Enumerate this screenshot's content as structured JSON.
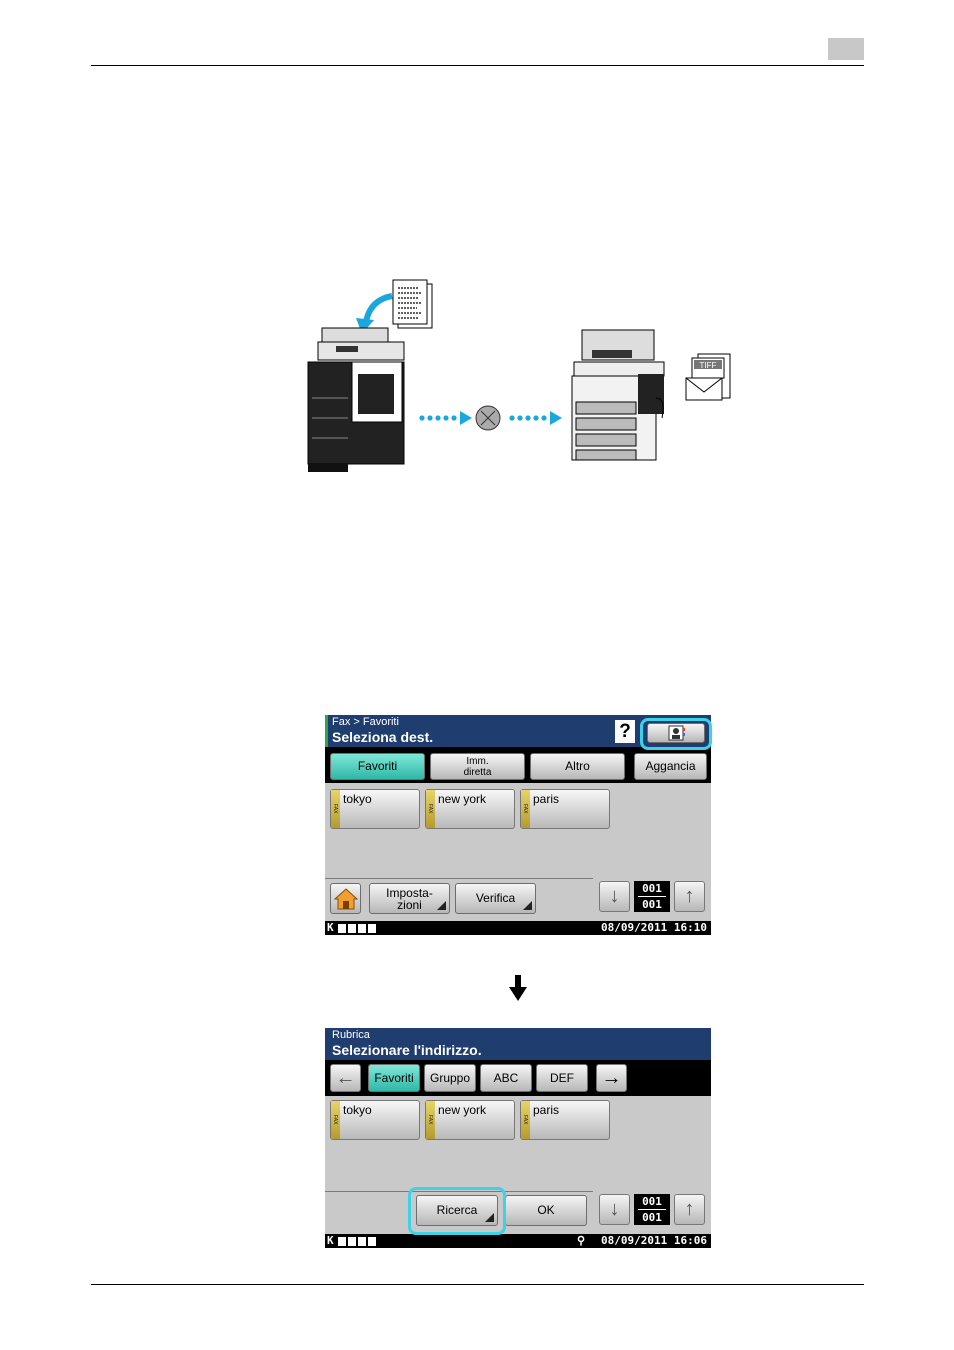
{
  "page": {
    "page_box": ""
  },
  "illustration": {
    "tiff_label": "TIFF"
  },
  "panel1": {
    "breadcrumb": "Fax > Favoriti",
    "title": "Seleziona dest.",
    "help": "?",
    "tabs": [
      "Favoriti",
      "Imm.\ndiretta",
      "Altro"
    ],
    "aggancia": "Aggancia",
    "destinations": [
      {
        "name": "tokyo",
        "type": "FAX"
      },
      {
        "name": "new york",
        "type": "FAX"
      },
      {
        "name": "paris",
        "type": "FAX"
      }
    ],
    "impostazioni": "Imposta-\nzioni",
    "verifica": "Verifica",
    "page_current": "001",
    "page_total": "001",
    "k_label": "K",
    "datetime": "08/09/2011  16:10"
  },
  "panel2": {
    "breadcrumb": "Rubrica",
    "title": "Selezionare l'indirizzo.",
    "tabs": [
      "Favoriti",
      "Gruppo",
      "ABC",
      "DEF"
    ],
    "destinations": [
      {
        "name": "tokyo",
        "type": "FAX"
      },
      {
        "name": "new york",
        "type": "FAX"
      },
      {
        "name": "paris",
        "type": "FAX"
      }
    ],
    "ricerca": "Ricerca",
    "ok": "OK",
    "page_current": "001",
    "page_total": "001",
    "k_label": "K",
    "datetime": "08/09/2011  16:06"
  },
  "colors": {
    "highlight": "#3cd2e8",
    "header": "#1f3d6e",
    "selected_tab": "#2fb8a6",
    "flow_arrow": "#1aa7e0"
  }
}
